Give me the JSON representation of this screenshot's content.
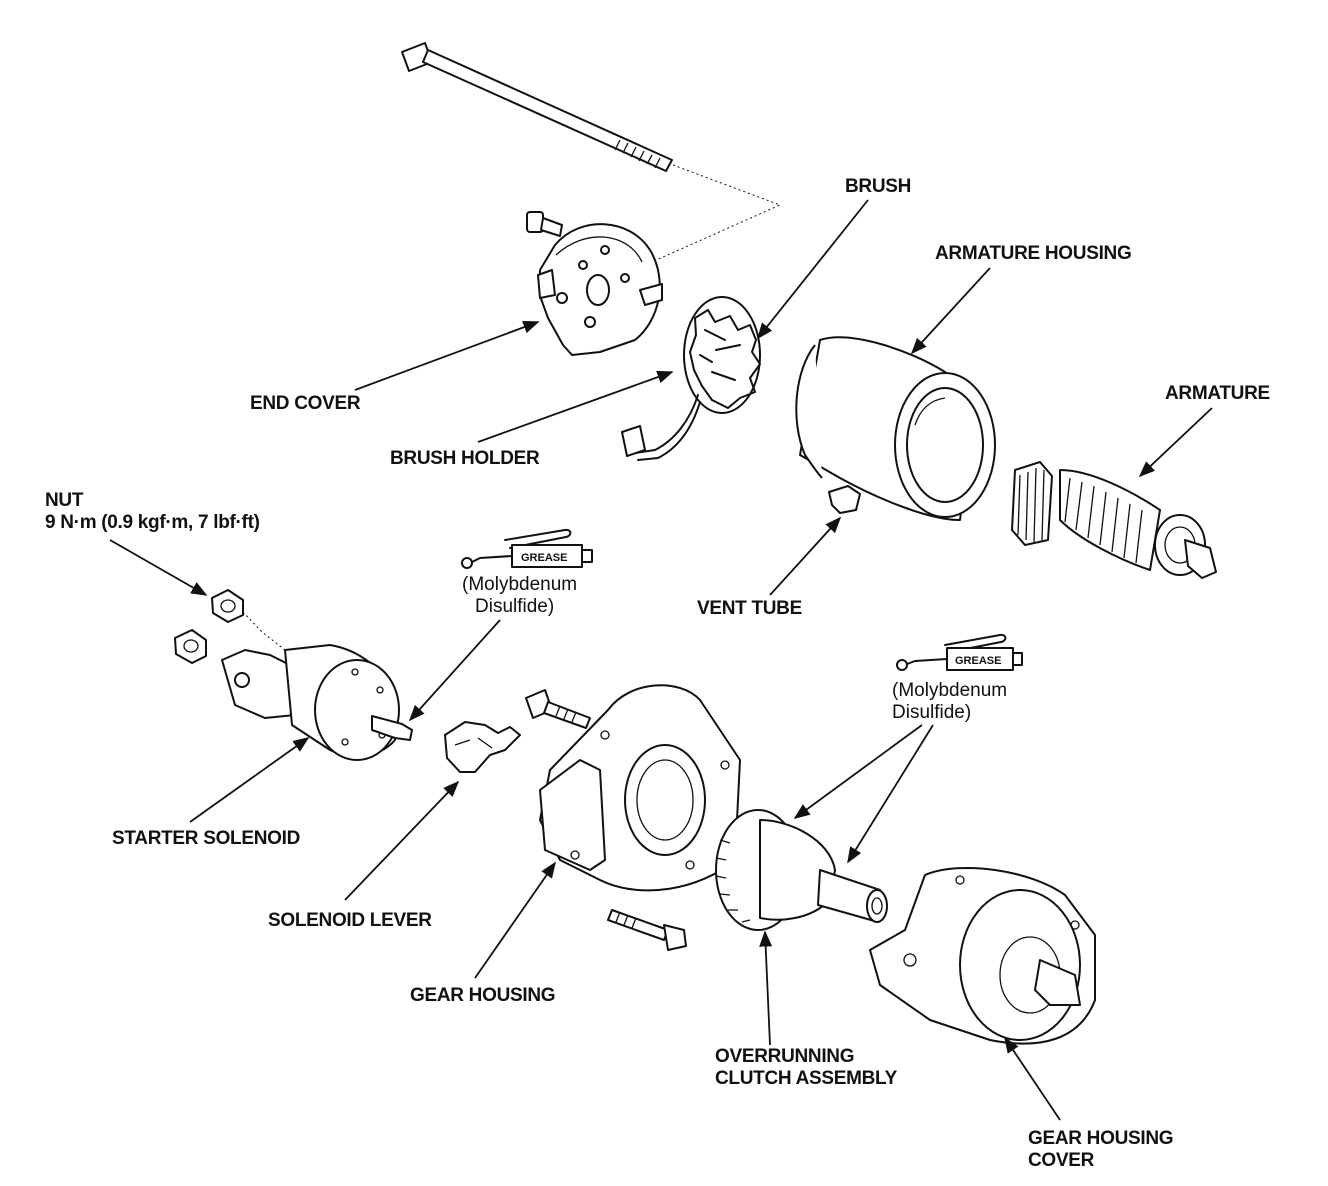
{
  "labels": {
    "brush": "BRUSH",
    "armature_housing": "ARMATURE HOUSING",
    "armature": "ARMATURE",
    "end_cover": "END COVER",
    "brush_holder": "BRUSH HOLDER",
    "nut_title": "NUT",
    "nut_torque": "9 N·m (0.9 kgf·m, 7 lbf·ft)",
    "vent_tube": "VENT TUBE",
    "starter_solenoid": "STARTER SOLENOID",
    "solenoid_lever": "SOLENOID LEVER",
    "gear_housing": "GEAR HOUSING",
    "overrunning_clutch_line1": "OVERRUNNING",
    "overrunning_clutch_line2": "CLUTCH ASSEMBLY",
    "gear_housing_cover_line1": "GEAR HOUSING",
    "gear_housing_cover_line2": "COVER"
  },
  "grease_notes": {
    "upper": {
      "tag": "GREASE",
      "line1": "(Molybdenum",
      "line2": "Disulfide)"
    },
    "lower": {
      "tag": "GREASE",
      "line1": "(Molybdenum",
      "line2": "Disulfide)"
    }
  },
  "icons": [
    "grease-gun-icon"
  ]
}
